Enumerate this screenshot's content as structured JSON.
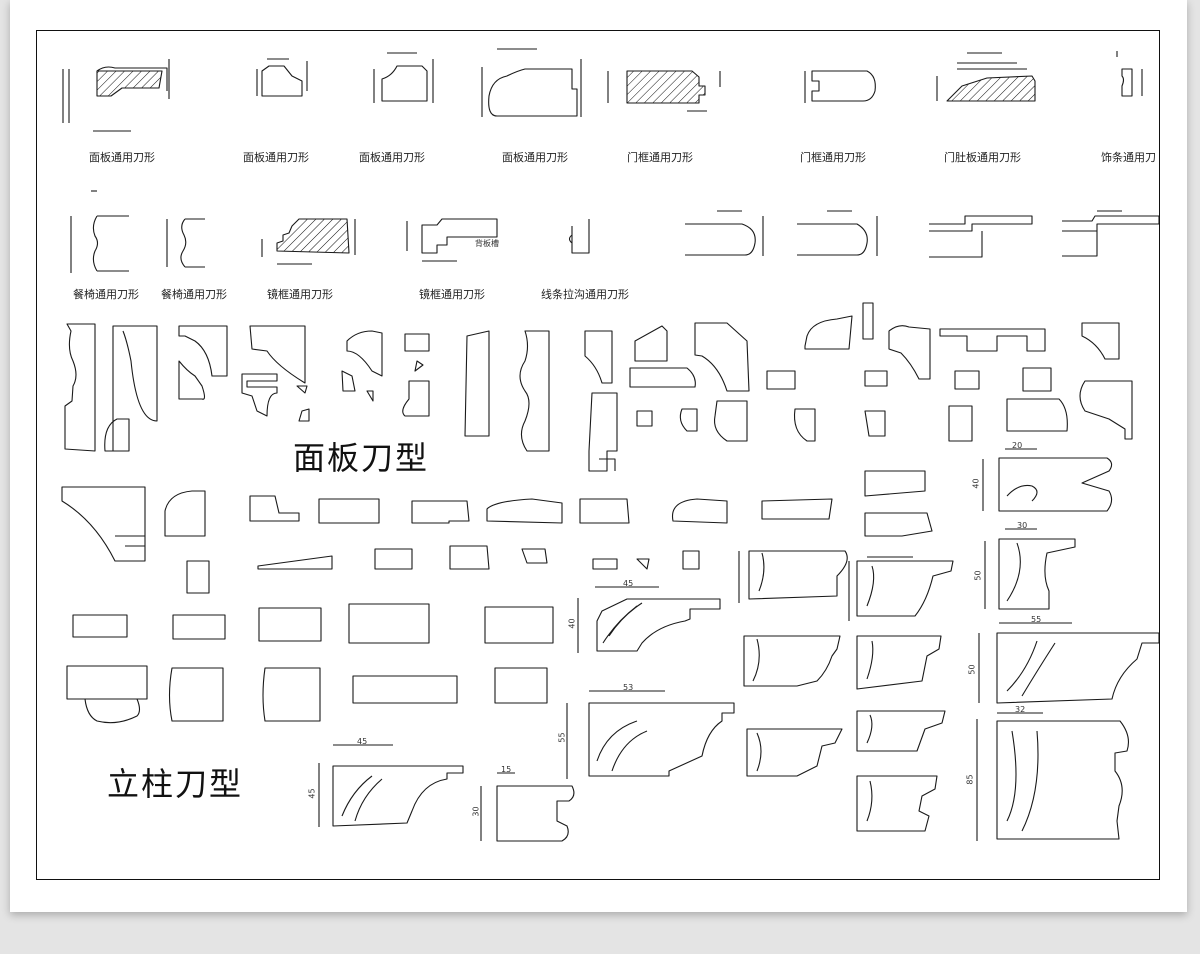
{
  "row1_captions": [
    "面板通用刀形",
    "面板通用刀形",
    "面板通用刀形",
    "面板通用刀形",
    "门框通用刀形",
    "门框通用刀形",
    "门肚板通用刀形",
    "饰条通用刀"
  ],
  "row2_captions": [
    "餐椅通用刀形",
    "餐椅通用刀形",
    "镜框通用刀形",
    "镜框通用刀形",
    "线条拉沟通用刀形"
  ],
  "inline_label": "背板槽",
  "section_panel": "面板刀型",
  "section_column": "立柱刀型",
  "dims": {
    "d45_a": "45",
    "d40_a": "40",
    "d53": "53",
    "d55": "55",
    "d45_b": "45",
    "d45_c": "45",
    "d15": "15",
    "d30_a": "30",
    "d20": "20",
    "d40_b": "40",
    "d30_b": "30",
    "d50_a": "50",
    "d55_b": "55",
    "d50_b": "50",
    "d32": "32",
    "d85": "85"
  },
  "colors": {
    "line": "#1a1a1a",
    "paper": "#ffffff",
    "background": "#e4e4e4"
  }
}
